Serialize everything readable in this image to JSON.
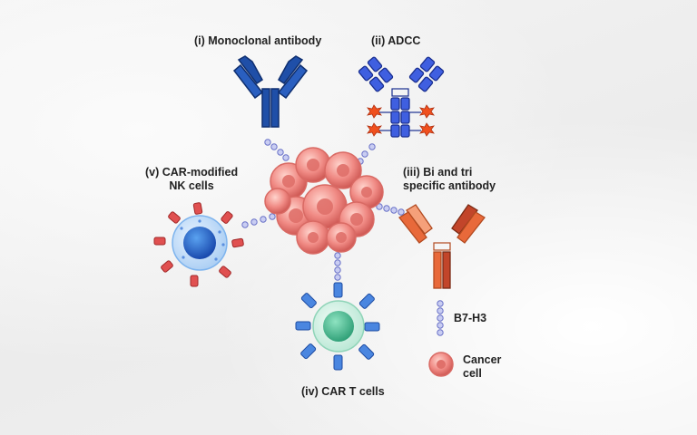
{
  "labels": {
    "monoclonal": "(i) Monoclonal antibody",
    "adcc": "(ii) ADCC",
    "bi_tri_line1": "(iii) Bi and tri",
    "bi_tri_line2": "specific antibody",
    "car_t": "(iv) CAR T cells",
    "car_nk_line1": "(v) CAR-modified",
    "car_nk_line2": "NK cells"
  },
  "legend": {
    "b7h3": "B7-H3",
    "cancer_line1": "Cancer",
    "cancer_line2": "cell"
  },
  "colors": {
    "antibody_blue": "#1f4fa8",
    "adcc_blue": "#2f4fd0",
    "bispecific_orange": "#e8693a",
    "nk_blue": "#2f7de0",
    "car_t_green": "#3fbf94",
    "cancer_pink": "#f08a84",
    "nk_receptor_red": "#e05050",
    "b7h3_purple": "#8890d8"
  }
}
